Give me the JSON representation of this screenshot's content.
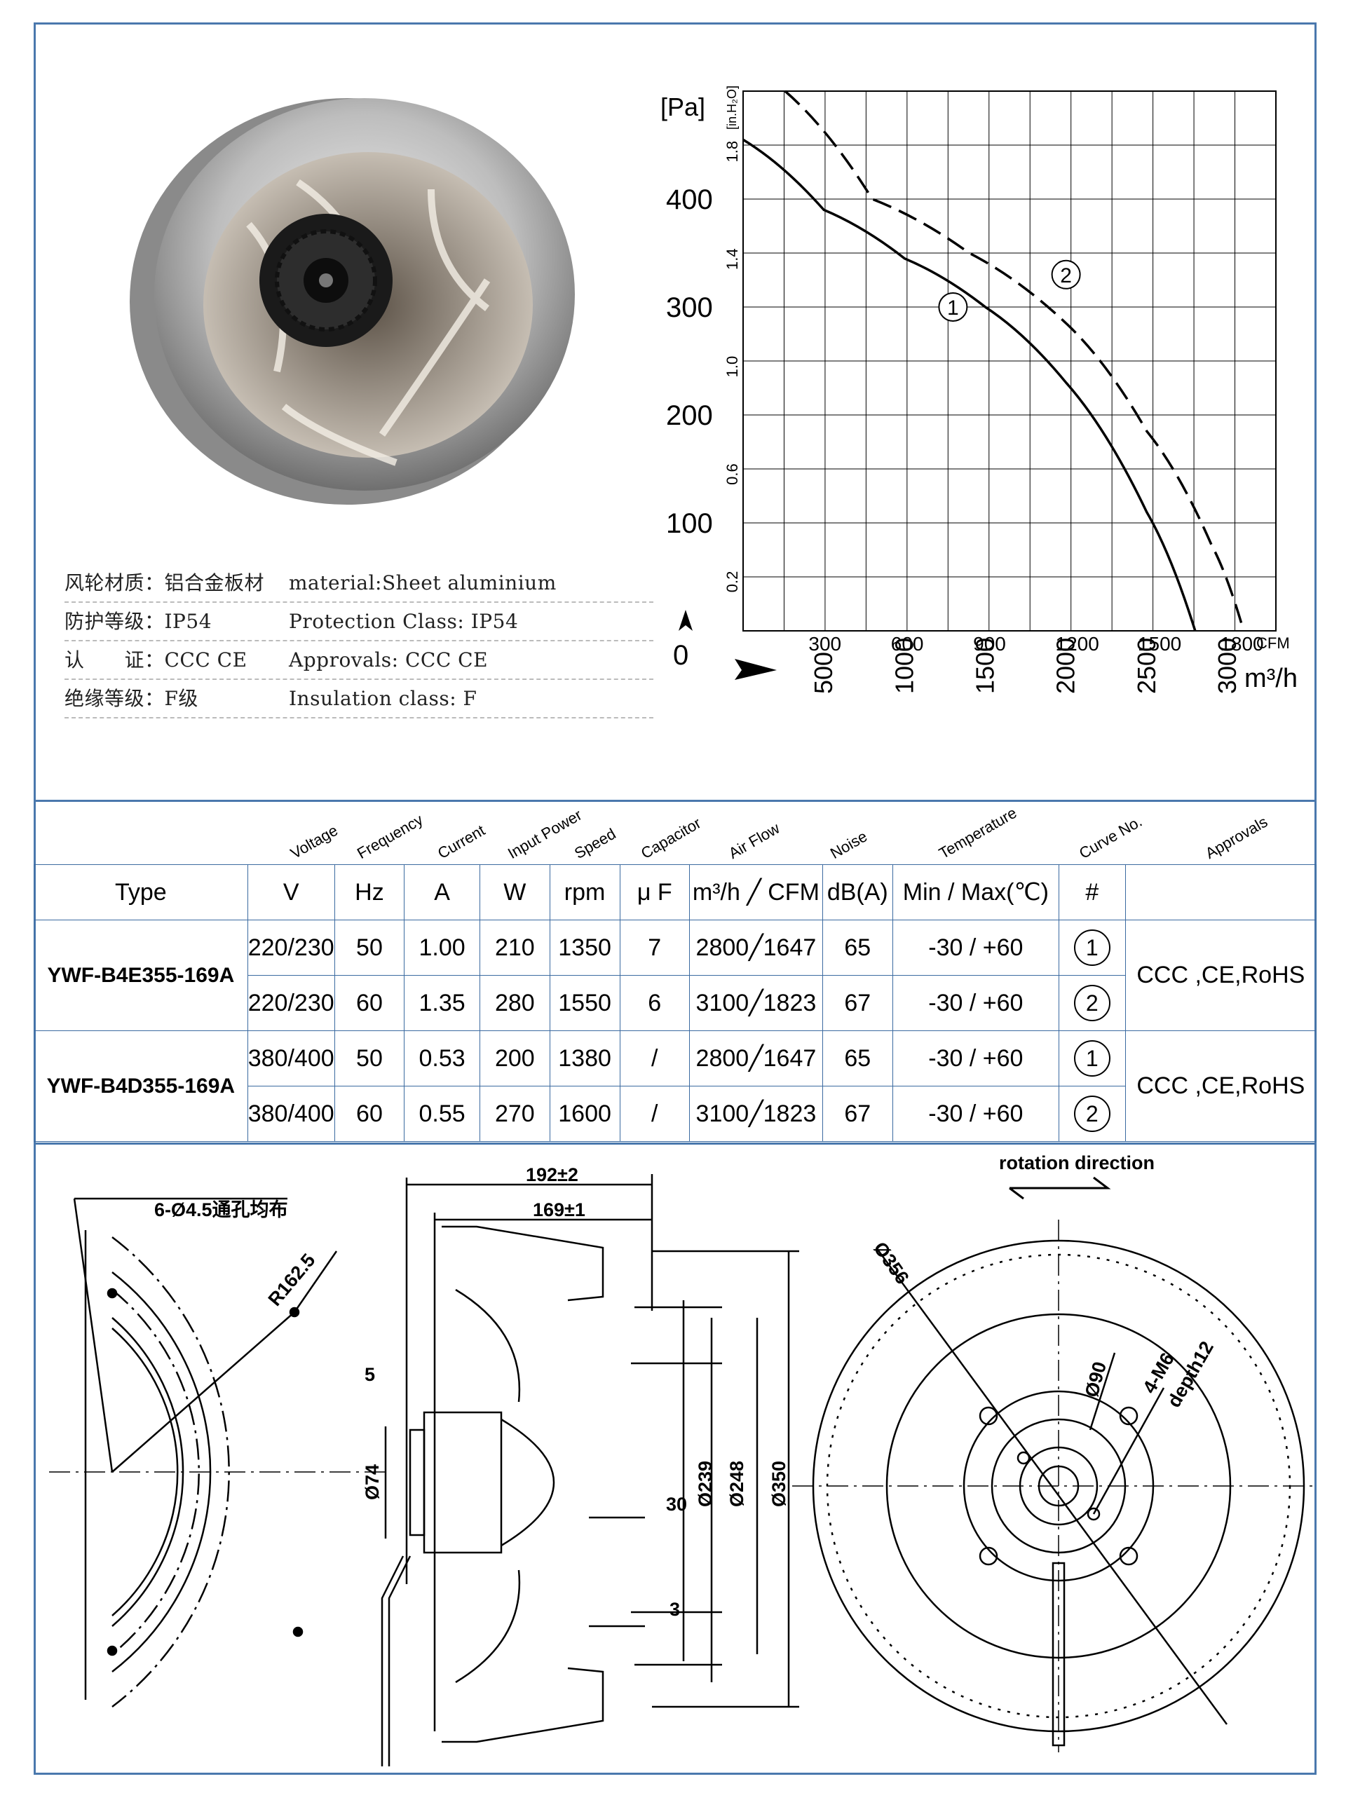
{
  "specs": [
    {
      "cn": "风轮材质：铝合金板材",
      "en": "material:Sheet aluminium"
    },
    {
      "cn": "防护等级：IP54",
      "en": "Protection Class: IP54"
    },
    {
      "cn": "认　　证：CCC CE",
      "en": "Approvals: CCC  CE"
    },
    {
      "cn": "绝缘等级：F级",
      "en": "Insulation class: F"
    }
  ],
  "chart_data": {
    "type": "line",
    "ylabel": "[Pa]",
    "ylabel2": "[in.H₂O]",
    "ylim": [
      0,
      500
    ],
    "yticks": [
      "100",
      "200",
      "300",
      "400"
    ],
    "ytick_zero": "0",
    "yticks2": [
      "0.2",
      "0.6",
      "1.0",
      "1.4",
      "1.8"
    ],
    "xticks_cfm": [
      "300",
      "600",
      "900",
      "1200",
      "1500",
      "1800"
    ],
    "xunit_cfm": "CFM",
    "xticks_m3h": [
      "500",
      "1000",
      "1500",
      "2000",
      "2500",
      "3000"
    ],
    "xunit_m3h": "m³/h",
    "xlim_m3h": [
      0,
      3300
    ],
    "series": [
      {
        "name": "①",
        "style": "solid",
        "x": [
          0,
          500,
          1000,
          1500,
          2000,
          2500,
          2800
        ],
        "y": [
          455,
          390,
          345,
          300,
          230,
          110,
          0
        ]
      },
      {
        "name": "②",
        "style": "dashed",
        "x": [
          260,
          800,
          1400,
          2000,
          2500,
          2900,
          3100
        ],
        "y": [
          500,
          400,
          350,
          285,
          185,
          80,
          0
        ]
      }
    ],
    "grid": true
  },
  "table": {
    "header_labels": [
      "Voltage",
      "Frequency",
      "Current",
      "Input Power",
      "Speed",
      "Capacitor",
      "Air Flow",
      "Noise",
      "Temperature",
      "Curve No.",
      "Approvals"
    ],
    "units": [
      "Type",
      "V",
      "Hz",
      "A",
      "W",
      "rpm",
      "μ F",
      "m³/h ╱ CFM",
      "dB(A)",
      "Min / Max(℃)",
      "#",
      ""
    ],
    "models": [
      {
        "type": "YWF-B4E355-169A",
        "approvals": "CCC ,CE,RoHS",
        "rows": [
          {
            "v": "220/230",
            "hz": "50",
            "a": "1.00",
            "w": "210",
            "rpm": "1350",
            "uf": "7",
            "flow": "2800╱1647",
            "db": "65",
            "temp": "-30 / +60",
            "curve": "1"
          },
          {
            "v": "220/230",
            "hz": "60",
            "a": "1.35",
            "w": "280",
            "rpm": "1550",
            "uf": "6",
            "flow": "3100╱1823",
            "db": "67",
            "temp": "-30 / +60",
            "curve": "2"
          }
        ]
      },
      {
        "type": "YWF-B4D355-169A",
        "approvals": "CCC ,CE,RoHS",
        "rows": [
          {
            "v": "380/400",
            "hz": "50",
            "a": "0.53",
            "w": "200",
            "rpm": "1380",
            "uf": "/",
            "flow": "2800╱1647",
            "db": "65",
            "temp": "-30 / +60",
            "curve": "1"
          },
          {
            "v": "380/400",
            "hz": "60",
            "a": "0.55",
            "w": "270",
            "rpm": "1600",
            "uf": "/",
            "flow": "3100╱1823",
            "db": "67",
            "temp": "-30 / +60",
            "curve": "2"
          }
        ]
      }
    ]
  },
  "drawing": {
    "holes": "6-Ø4.5通孔均布",
    "radius": "R162.5",
    "d192": "192±2",
    "d169": "169±1",
    "d5": "5",
    "d74": "Ø74",
    "d239": "Ø239",
    "d248": "Ø248",
    "d350": "Ø350",
    "d30": "30",
    "d3": "3",
    "rotation": "rotation direction",
    "d356": "Ø356",
    "d90": "Ø90",
    "m6": "4-M6",
    "depth": "depth12"
  }
}
